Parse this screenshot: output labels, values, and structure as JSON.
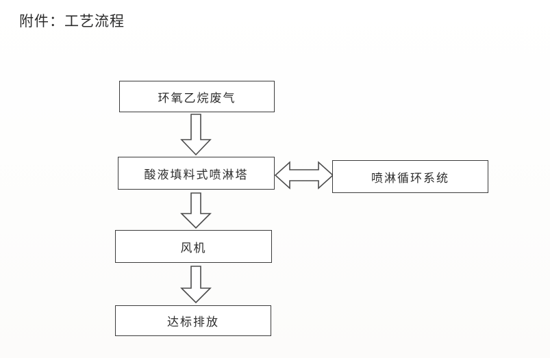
{
  "document": {
    "title": "附件：工艺流程"
  },
  "colors": {
    "page_background": "#ffffff",
    "box_border": "#3a3a3a",
    "box_fill": "#ffffff",
    "arrow_stroke": "#4a4a4a",
    "arrow_fill": "#ffffff",
    "text": "#2c2c2c"
  },
  "flowchart": {
    "type": "process-flow-diagram",
    "orientation": "vertical",
    "nodes": [
      {
        "id": "source",
        "label": "环氧乙烷废气",
        "shape": "rectangle"
      },
      {
        "id": "tower",
        "label": "酸液填料式喷淋塔",
        "shape": "rectangle"
      },
      {
        "id": "recycle",
        "label": "喷淋循环系统",
        "shape": "rectangle"
      },
      {
        "id": "fan",
        "label": "风机",
        "shape": "rectangle"
      },
      {
        "id": "emission",
        "label": "达标排放",
        "shape": "rectangle"
      }
    ],
    "connectors": [
      {
        "id": "source-to-tower",
        "from": "source",
        "to": "tower",
        "style": "block-arrow",
        "direction": "down"
      },
      {
        "id": "tower-to-fan",
        "from": "tower",
        "to": "fan",
        "style": "block-arrow",
        "direction": "down"
      },
      {
        "id": "fan-to-emission",
        "from": "fan",
        "to": "emission",
        "style": "block-arrow",
        "direction": "down"
      },
      {
        "id": "tower-recycle",
        "from": "tower",
        "to": "recycle",
        "style": "block-arrow",
        "direction": "bidirectional-horizontal"
      }
    ]
  }
}
